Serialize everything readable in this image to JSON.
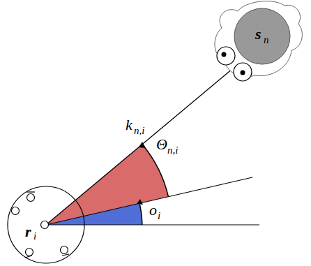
{
  "diagram": {
    "nodes": [
      {
        "text": [
          "r",
          "i"
        ]
      },
      {
        "text": [
          "s",
          "n"
        ]
      }
    ],
    "edges": [
      {
        "from": 0,
        "to": 1,
        "arrow": "to"
      }
    ],
    "labels": [
      "k",
      "n,i",
      "Θ",
      "n,i",
      "o",
      "i"
    ]
  }
}
